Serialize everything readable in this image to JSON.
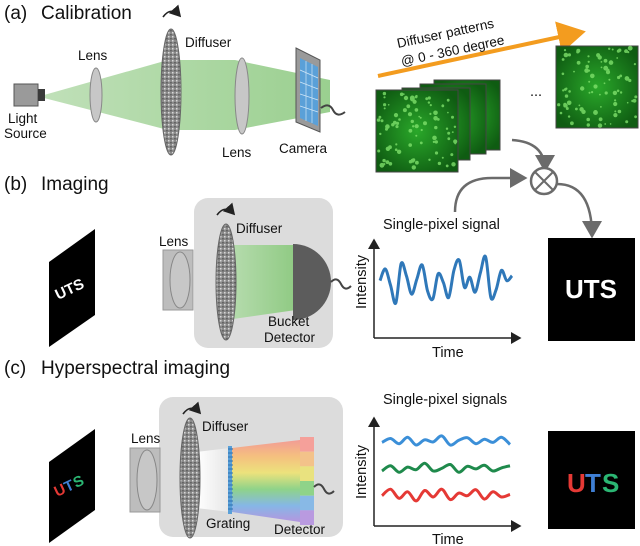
{
  "sections": {
    "a": {
      "letter": "(a)",
      "title": "Calibration"
    },
    "b": {
      "letter": "(b)",
      "title": "Imaging"
    },
    "c": {
      "letter": "(c)",
      "title": "Hyperspectral imaging"
    }
  },
  "calibration": {
    "light_source_line1": "Light",
    "light_source_line2": "Source",
    "lens1": "Lens",
    "diffuser": "Diffuser",
    "lens2": "Lens",
    "camera": "Camera",
    "patterns_line1": "Diffuser patterns",
    "patterns_line2": "@ 0 - 360 degree",
    "ellipsis": "..."
  },
  "imaging": {
    "object_text": "UTS",
    "lens": "Lens",
    "diffuser": "Diffuser",
    "bucket_line1": "Bucket",
    "bucket_line2": "Detector",
    "signal_title": "Single-pixel signal",
    "ylabel": "Intensity",
    "xlabel": "Time",
    "result_text": "UTS",
    "signal_values": [
      0.55,
      0.72,
      0.48,
      0.22,
      0.8,
      0.62,
      0.35,
      0.58,
      0.78,
      0.4,
      0.28,
      0.65,
      0.52,
      0.3,
      0.7,
      0.85,
      0.45,
      0.6,
      0.38,
      0.66,
      0.9,
      0.3,
      0.42,
      0.7,
      0.55,
      0.62
    ],
    "colors": {
      "signal": "#2f78b9",
      "beam": "#9bd08f"
    }
  },
  "hyperspectral": {
    "object_letters": [
      "U",
      "T",
      "S"
    ],
    "object_colors": [
      "#e53935",
      "#3f7fd4",
      "#2bb673"
    ],
    "lens": "Lens",
    "diffuser": "Diffuser",
    "grating": "Grating",
    "detector": "Detector",
    "signal_title": "Single-pixel signals",
    "ylabel": "Intensity",
    "xlabel": "Time",
    "series": [
      {
        "color": "#3b8fd8",
        "values": [
          0.6,
          0.75,
          0.55,
          0.8,
          0.5,
          0.7,
          0.62,
          0.85,
          0.5,
          0.68,
          0.78,
          0.55,
          0.72,
          0.6,
          0.8,
          0.52
        ]
      },
      {
        "color": "#1f8a4c",
        "values": [
          0.5,
          0.7,
          0.45,
          0.65,
          0.55,
          0.8,
          0.5,
          0.6,
          0.75,
          0.45,
          0.68,
          0.58,
          0.72,
          0.5,
          0.62,
          0.7
        ]
      },
      {
        "color": "#e53935",
        "values": [
          0.55,
          0.8,
          0.45,
          0.7,
          0.35,
          0.75,
          0.5,
          0.8,
          0.4,
          0.65,
          0.55,
          0.78,
          0.42,
          0.7,
          0.5,
          0.6
        ]
      }
    ],
    "result_letters": [
      "U",
      "T",
      "S"
    ],
    "result_colors": [
      "#e53935",
      "#3f7fd4",
      "#2bb673"
    ],
    "detector_colors": [
      "#f5a09a",
      "#f3c28a",
      "#e9e27f",
      "#8fd389",
      "#88b9e6",
      "#b99ae0"
    ]
  },
  "colors": {
    "arrow": "#f39c1f",
    "connector": "#6b6b6b",
    "panel": "#dcdcdc"
  }
}
